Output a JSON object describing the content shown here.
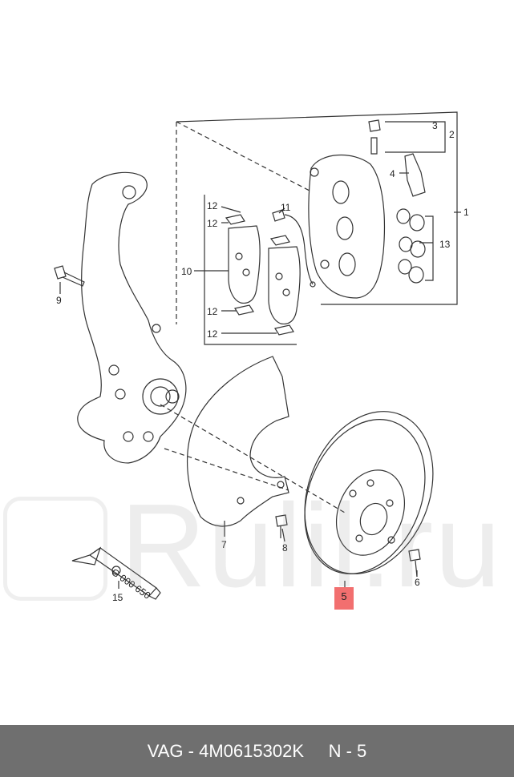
{
  "footer": {
    "brand": "VAG",
    "separator": "-",
    "part_number": "4M0615302K",
    "position": "N - 5"
  },
  "watermark": {
    "text": "Rulil.ru"
  },
  "diagram": {
    "callouts": [
      "1",
      "2",
      "3",
      "4",
      "5",
      "6",
      "7",
      "8",
      "9",
      "10",
      "11",
      "12",
      "12",
      "12",
      "12",
      "13",
      "15"
    ],
    "highlighted_item": "5",
    "grease_tube_text": "G 000 650"
  },
  "colors": {
    "footer_bg": "#6f6f6f",
    "highlight": "#f26f6f",
    "line": "#333333"
  }
}
